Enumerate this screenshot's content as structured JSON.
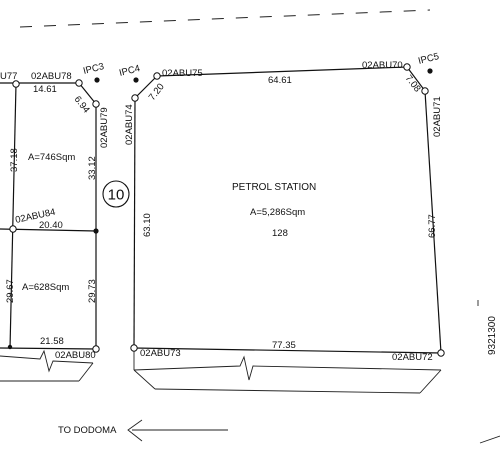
{
  "plan": {
    "plot_number": "10",
    "road_direction_label": "TO DODOMA",
    "northing_label": "9321300",
    "petrol_station": {
      "title": "PETROL STATION",
      "area": "A=5,286Sqm",
      "sub_number": "128",
      "dimensions": {
        "north": "64.61",
        "south": "77.35",
        "west": "63.10",
        "east": "66.77",
        "northwest_corner": "7.20",
        "northeast_corner": "7.08"
      }
    },
    "left_plot_upper": {
      "area": "A=746Sqm",
      "dimensions": {
        "top": "14.61",
        "corner": "6.94",
        "east": "33.12",
        "west": "37.18",
        "bottom": "20.40"
      }
    },
    "left_plot_lower": {
      "area": "A=628Sqm",
      "dimensions": {
        "west": "29.67",
        "east": "29.73",
        "bottom": "21.58"
      }
    },
    "beacons": {
      "u77": "U77",
      "b78": "02ABU78",
      "ipc3": "IPC3",
      "b79": "02ABU79",
      "b84": "02ABU84",
      "b80": "02ABU80",
      "ipc4": "IPC4",
      "b75": "02ABU75",
      "b74": "02ABU74",
      "b70": "02ABU70",
      "ipc5": "IPC5",
      "b71": "02ABU71",
      "b73": "02ABU73",
      "b72": "02ABU72"
    }
  }
}
